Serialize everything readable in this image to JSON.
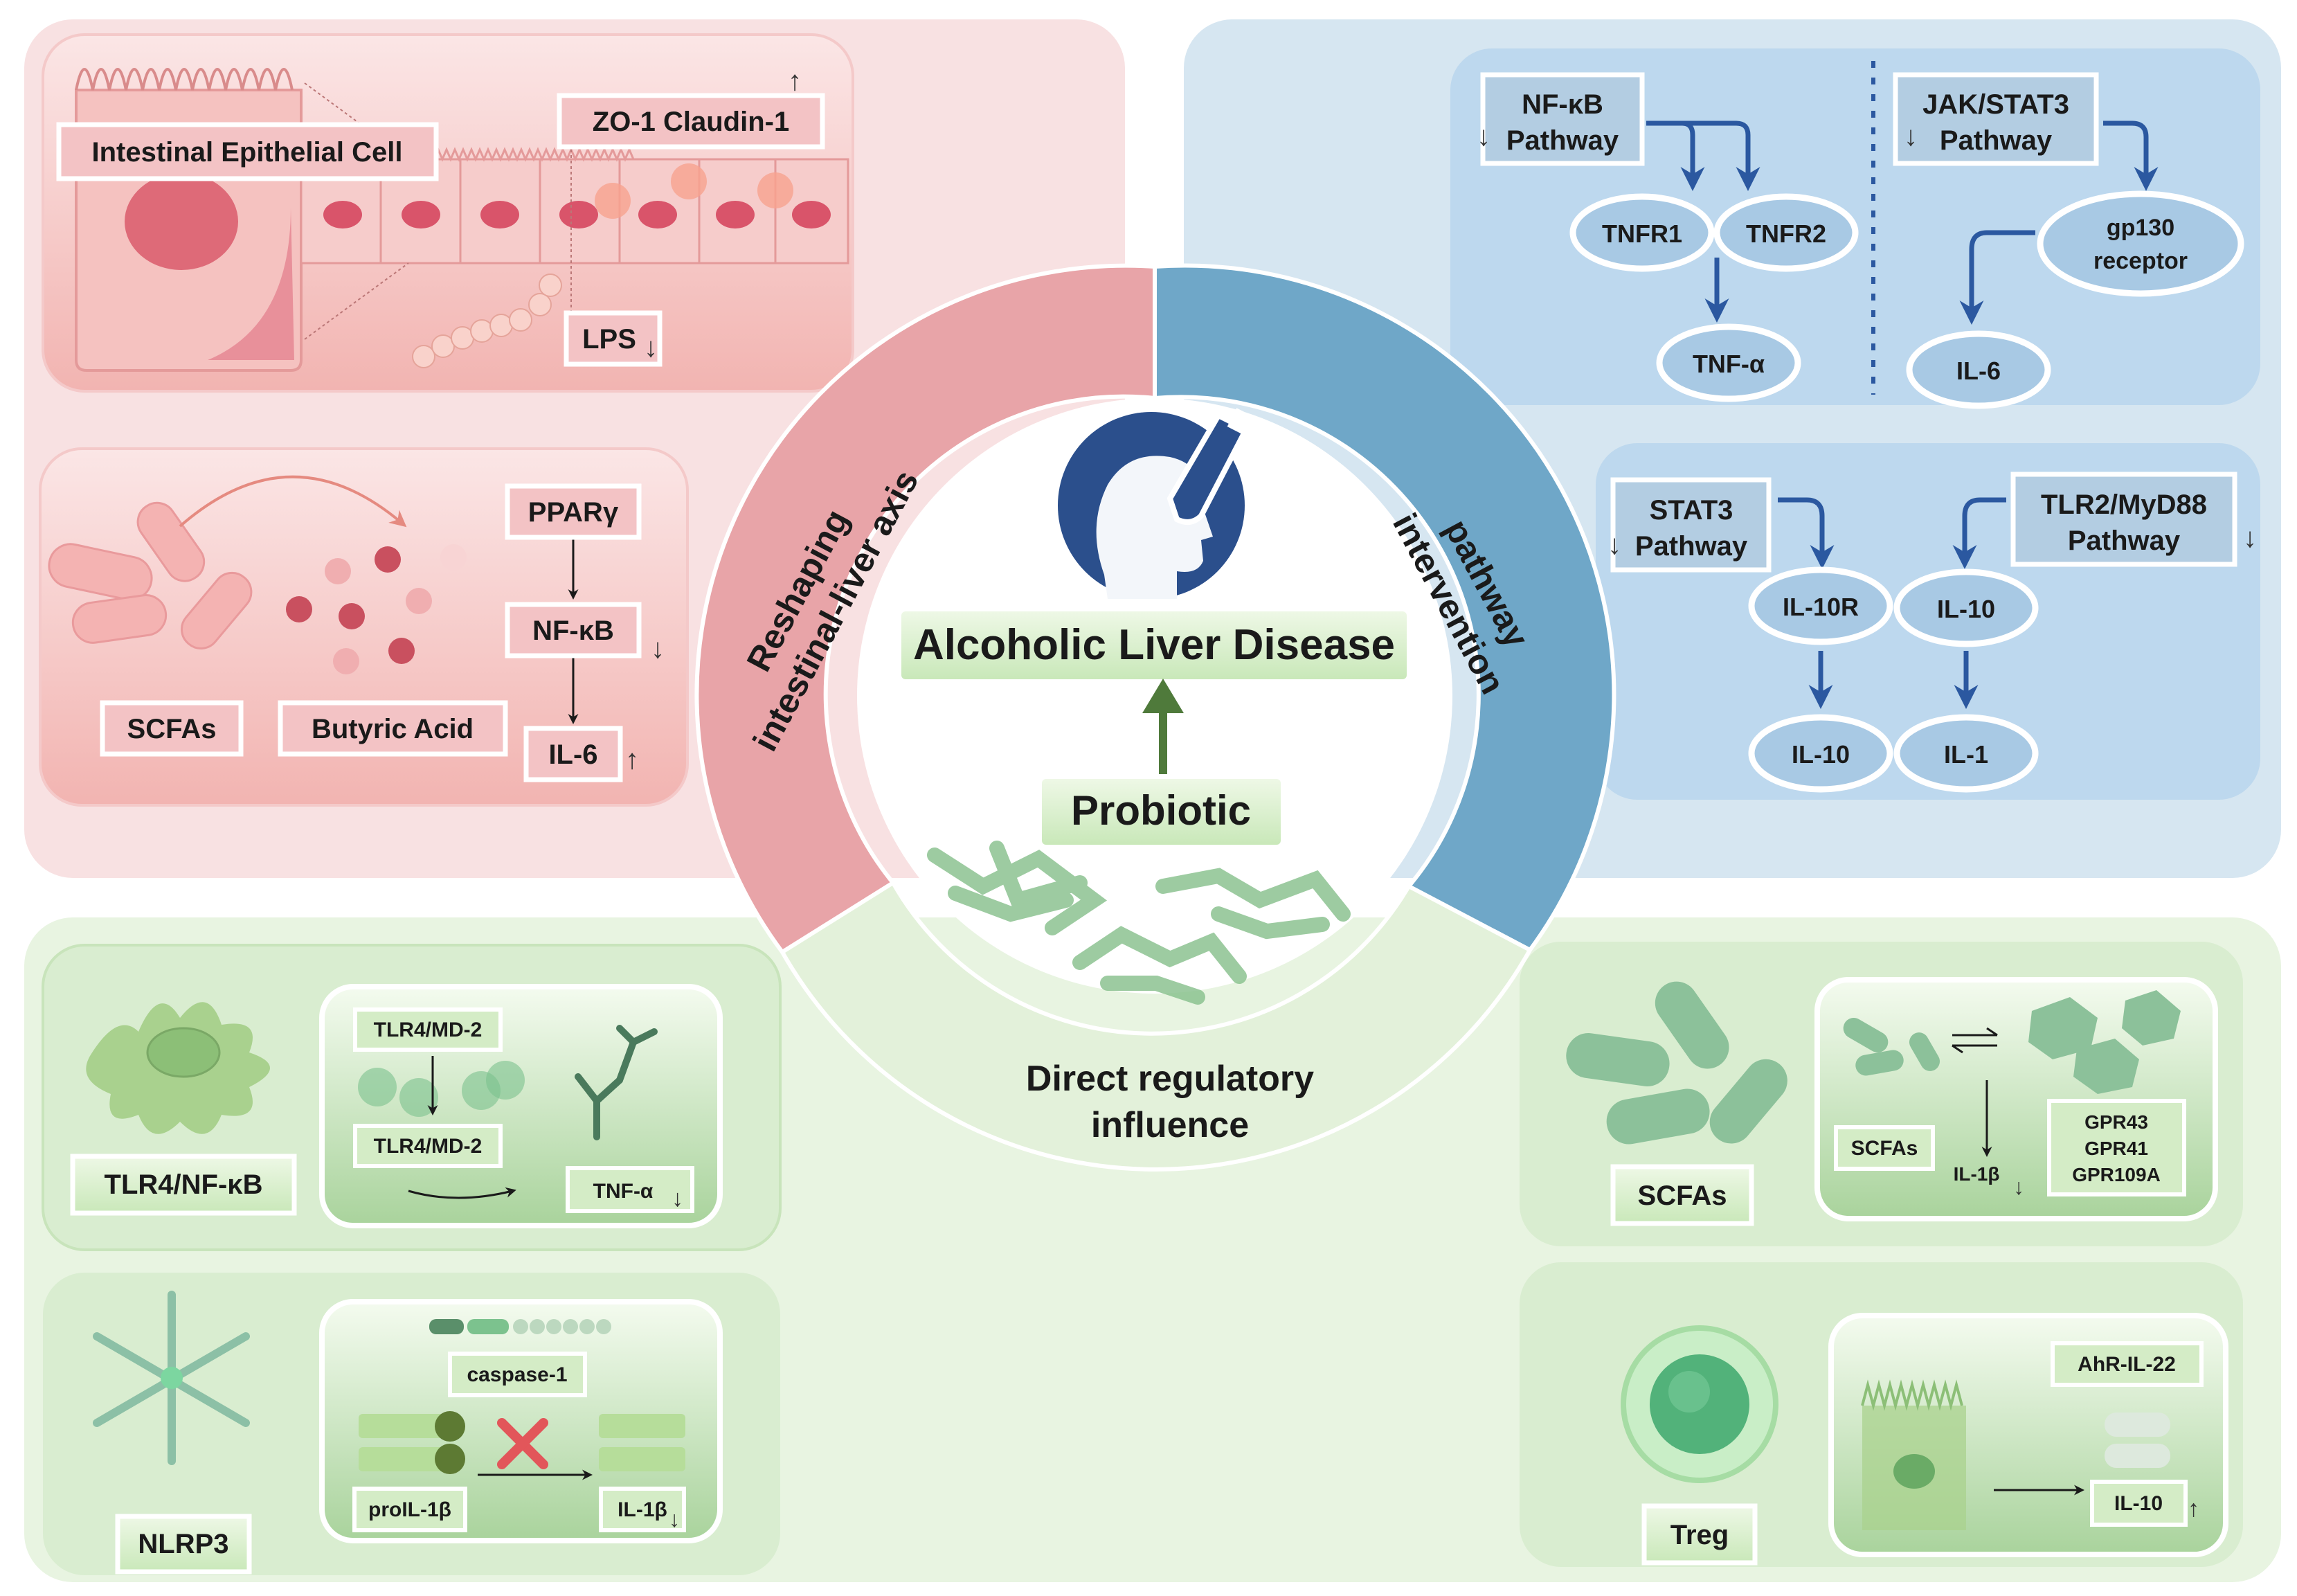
{
  "center": {
    "title": "Alcoholic Liver Disease",
    "probiotic": "Probiotic",
    "ring_left": [
      "Reshaping",
      "intestinal-liver axis"
    ],
    "ring_right": [
      "pathway",
      "intervention"
    ],
    "ring_bottom": [
      "Direct regulatory",
      "influence"
    ]
  },
  "top_left": {
    "epithelial_cell": "Intestinal Epithelial Cell",
    "tight_junction": "ZO-1 Claudin-1",
    "lps": "LPS",
    "scfas": "SCFAs",
    "butyric_acid": "Butyric Acid",
    "ppar": "PPARγ",
    "nfkb": "NF-κB",
    "il6": "IL-6"
  },
  "top_right": {
    "nfkb_pathway": [
      "NF-κB",
      "Pathway"
    ],
    "tnfr1": "TNFR1",
    "tnfr2": "TNFR2",
    "tnfa": "TNF-α",
    "jakstat_pathway": [
      "JAK/STAT3",
      "Pathway"
    ],
    "gp130": [
      "gp130",
      "receptor"
    ],
    "il6": "IL-6",
    "stat3_pathway": [
      "STAT3",
      "Pathway"
    ],
    "tlr2_pathway": [
      "TLR2/MyD88",
      "Pathway"
    ],
    "il10r": "IL-10R",
    "il10_a": "IL-10",
    "il10_b": "IL-10",
    "il1": "IL-1"
  },
  "bottom_left": {
    "tlr4_label": "TLR4/NF-κB",
    "tlr4md2_top": "TLR4/MD-2",
    "tlr4md2_bottom": "TLR4/MD-2",
    "tnfa": "TNF-α",
    "nlrp3": "NLRP3",
    "caspase": "caspase-1",
    "proil": "proIL-1β",
    "il1b": "IL-1β"
  },
  "bottom_right": {
    "scfas_label": "SCFAs",
    "scfas_small": "SCFAs",
    "il1b": "IL-1β",
    "gpr": [
      "GPR43",
      "GPR41",
      "GPR109A"
    ],
    "treg": "Treg",
    "ahr": "AhR-IL-22",
    "il10": "IL-10"
  },
  "colors": {
    "pink": "#e8a4a8",
    "blue": "#6fa7c8",
    "green": "#e4f2dc",
    "arrow_blue": "#2b58a0"
  }
}
